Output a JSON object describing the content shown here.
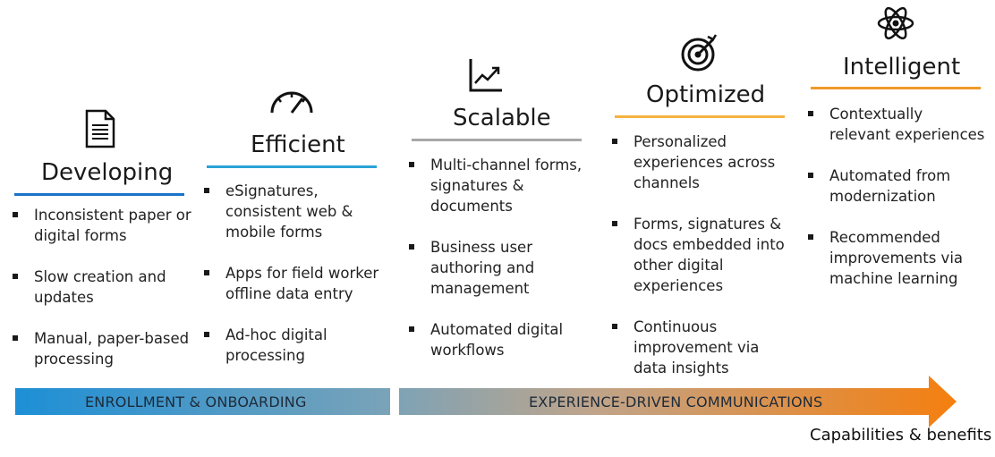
{
  "stages": [
    {
      "title": "Developing",
      "icon": "document-icon",
      "color": "#1a73c8",
      "bullets": [
        "Inconsistent paper or digital forms",
        "Slow creation and updates",
        "Manual, paper-based processing"
      ]
    },
    {
      "title": "Efficient",
      "icon": "speedometer-icon",
      "color": "#2aa3d6",
      "bullets": [
        "eSignatures, consistent web & mobile forms",
        "Apps for field worker offline data entry",
        "Ad-hoc digital processing"
      ]
    },
    {
      "title": "Scalable",
      "icon": "growth-chart-icon",
      "color": "#a8a8a8",
      "bullets": [
        "Multi-channel forms, signatures & documents",
        "Business user authoring and management",
        "Automated digital workflows"
      ]
    },
    {
      "title": "Optimized",
      "icon": "target-icon",
      "color": "#f5b342",
      "bullets": [
        "Personalized experiences across channels",
        "Forms, signatures & docs embedded into other digital experiences",
        "Continuous improvement via data insights"
      ]
    },
    {
      "title": "Intelligent",
      "icon": "atom-icon",
      "color": "#f09a2a",
      "bullets": [
        "Contextually relevant experiences",
        "Automated from modernization",
        "Recommended improvements via machine learning"
      ]
    }
  ],
  "bars": {
    "left_label": "ENROLLMENT & ONBOARDING",
    "right_label": "EXPERIENCE-DRIVEN COMMUNICATIONS"
  },
  "footer": "Capabilities & benefits"
}
